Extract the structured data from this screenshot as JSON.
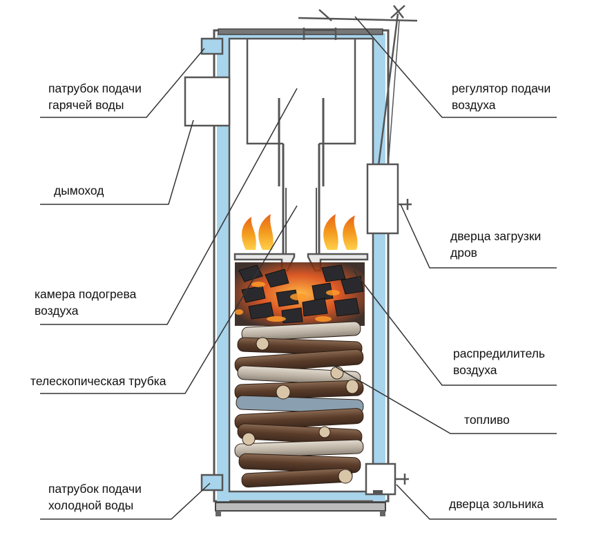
{
  "labels": {
    "hot_water": [
      "патрубок подачи",
      "гарячей воды"
    ],
    "chimney": [
      "дымоход"
    ],
    "preheat_chamber": [
      "камера подогрева",
      "воздуха"
    ],
    "tele_tube": [
      "телескопическая трубка"
    ],
    "cold_water": [
      "патрубок подачи",
      "холодной воды"
    ],
    "air_regulator": [
      "регулятор подачи",
      "воздуха"
    ],
    "wood_door": [
      "дверца загрузки",
      "дров"
    ],
    "air_distributor": [
      "распредилитель",
      "воздуха"
    ],
    "fuel": [
      "топливо"
    ],
    "ash_door": [
      "дверца зольника"
    ]
  },
  "colors": {
    "steel": "#555555",
    "water_jacket": "#a8d4ec",
    "flame": "#f08a1c",
    "flame_core": "#ffd04a",
    "wood": "#6b4a36",
    "birch": "#c9c1b3",
    "coal": "#2a2a2e",
    "ember": "#e25a10"
  }
}
